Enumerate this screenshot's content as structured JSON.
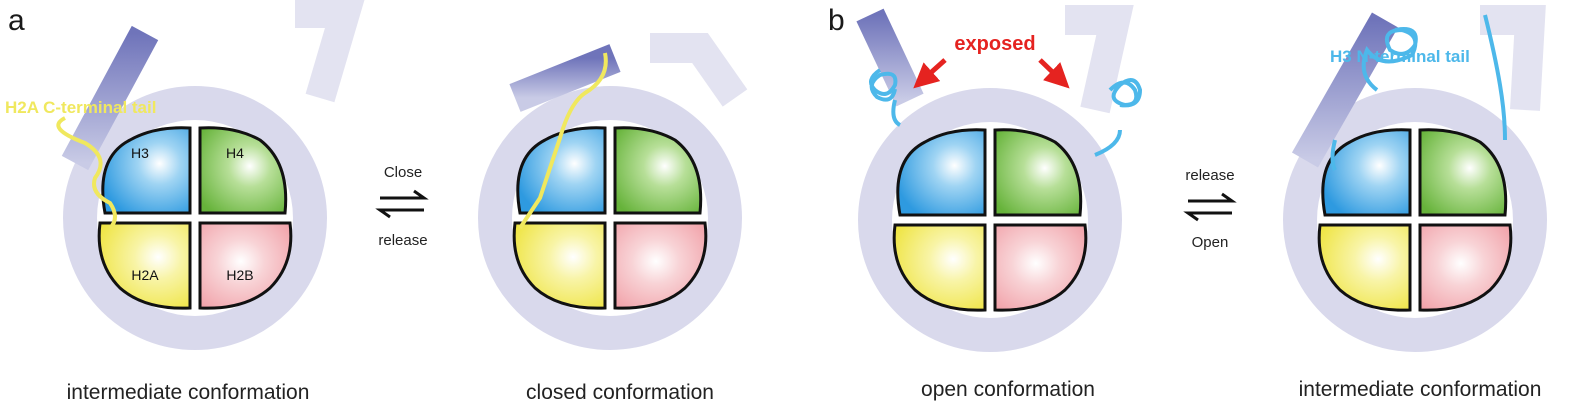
{
  "panels": [
    {
      "letter": "a",
      "figures": [
        {
          "caption": "intermediate conformation",
          "histone_labels": {
            "h3": "H3",
            "h4": "H4",
            "h2a": "H2A",
            "h2b": "H2B"
          },
          "tail_label": "H2A C-terminal tail"
        },
        {
          "caption": "closed conformation"
        }
      ],
      "equilibrium": {
        "top": "Close",
        "bottom": "release"
      }
    },
    {
      "letter": "b",
      "figures": [
        {
          "caption": "open conformation",
          "exposed_label": "exposed"
        },
        {
          "caption": "intermediate conformation",
          "tail_label": "H3 N-terminal tail"
        }
      ],
      "equilibrium": {
        "top": "release",
        "bottom": "Open"
      }
    }
  ],
  "colors": {
    "dna_ring": "#d9d9ec",
    "dna_strand": "#7b7fc0",
    "dna_faded": "#e3e3f1",
    "h3": "#3fa8e6",
    "h4": "#7cc24a",
    "h2a": "#f2ec5a",
    "h2b": "#f3b3b8",
    "h2a_tail": "#f0e85e",
    "h3_tail": "#4db8ea",
    "exposed": "#e52320"
  }
}
